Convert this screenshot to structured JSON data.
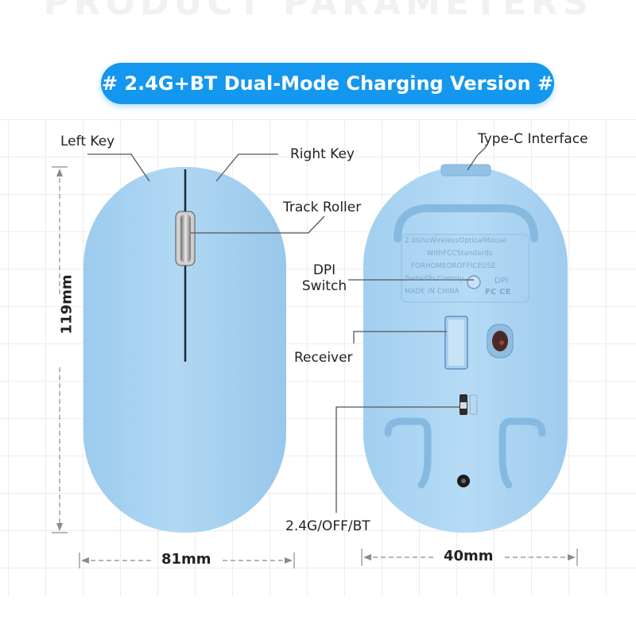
{
  "background_title": "PRODUCT PARAMETERS",
  "banner": {
    "text": "# 2.4G+BT Dual-Mode Charging Version #",
    "color": "#1497ee"
  },
  "labels": {
    "left_key": "Left Key",
    "right_key": "Right Key",
    "track_roller": "Track Roller",
    "type_c": "Type-C Interface",
    "dpi_line1": "DPI",
    "dpi_line2": "Switch",
    "receiver": "Receiver",
    "mode_switch": "2.4G/OFF/BT"
  },
  "dimensions": {
    "length": "119mm",
    "width": "81mm",
    "height": "40mm"
  },
  "underside_text": {
    "line1": "2.4GhzWirelessOpticalMouse",
    "line2": "WithFCCStandards",
    "line3": "FORHOMEOROFFICEUSE",
    "line4": "TestedTo Comply",
    "line5": "MADE IN CHINA",
    "dpi_mark": "DPI",
    "cert_marks": "FC CE"
  },
  "colors": {
    "mouse_body": "#a8d2f0",
    "mouse_shadow": "#8fbfe3",
    "accent": "#1497ee"
  }
}
